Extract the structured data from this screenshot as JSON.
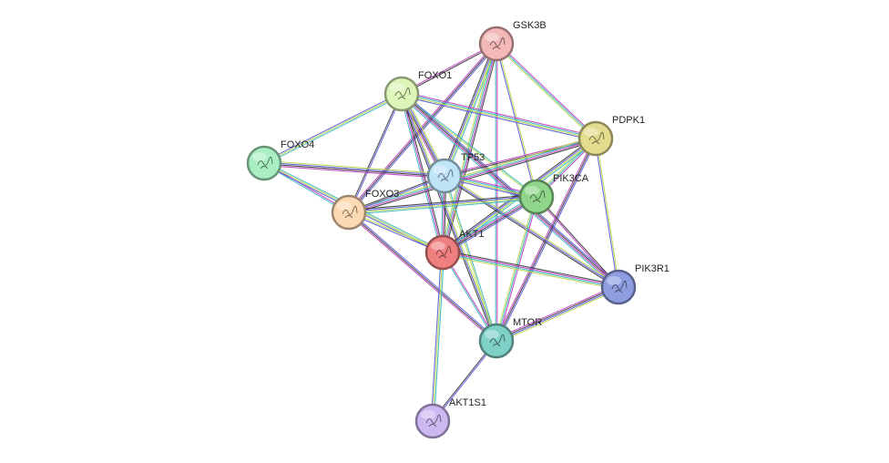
{
  "network": {
    "nodes": [
      {
        "id": "GSK3B",
        "label": "GSK3B",
        "color": "#f4b8b8"
      },
      {
        "id": "FOXO1",
        "label": "FOXO1",
        "color": "#ddf5b8"
      },
      {
        "id": "PDPK1",
        "label": "PDPK1",
        "color": "#e3dc8e"
      },
      {
        "id": "FOXO4",
        "label": "FOXO4",
        "color": "#a8eec2"
      },
      {
        "id": "TP53",
        "label": "TP53",
        "color": "#bfe4f8"
      },
      {
        "id": "PIK3CA",
        "label": "PIK3CA",
        "color": "#8fd68a"
      },
      {
        "id": "FOXO3",
        "label": "FOXO3",
        "color": "#fbd9b2"
      },
      {
        "id": "AKT1",
        "label": "AKT1",
        "color": "#f07f7f"
      },
      {
        "id": "PIK3R1",
        "label": "PIK3R1",
        "color": "#8e9de0"
      },
      {
        "id": "MTOR",
        "label": "MTOR",
        "color": "#7fd1c7"
      },
      {
        "id": "AKT1S1",
        "label": "AKT1S1",
        "color": "#cdb8f2"
      }
    ],
    "edges": [
      [
        "GSK3B",
        "FOXO1"
      ],
      [
        "GSK3B",
        "PDPK1"
      ],
      [
        "GSK3B",
        "TP53"
      ],
      [
        "GSK3B",
        "PIK3CA"
      ],
      [
        "GSK3B",
        "FOXO3"
      ],
      [
        "GSK3B",
        "AKT1"
      ],
      [
        "GSK3B",
        "MTOR"
      ],
      [
        "FOXO1",
        "FOXO4"
      ],
      [
        "FOXO1",
        "TP53"
      ],
      [
        "FOXO1",
        "FOXO3"
      ],
      [
        "FOXO1",
        "AKT1"
      ],
      [
        "FOXO1",
        "PDPK1"
      ],
      [
        "FOXO1",
        "PIK3CA"
      ],
      [
        "FOXO1",
        "MTOR"
      ],
      [
        "FOXO1",
        "PIK3R1"
      ],
      [
        "PDPK1",
        "TP53"
      ],
      [
        "PDPK1",
        "PIK3CA"
      ],
      [
        "PDPK1",
        "AKT1"
      ],
      [
        "PDPK1",
        "PIK3R1"
      ],
      [
        "PDPK1",
        "MTOR"
      ],
      [
        "PDPK1",
        "FOXO3"
      ],
      [
        "FOXO4",
        "FOXO3"
      ],
      [
        "FOXO4",
        "AKT1"
      ],
      [
        "FOXO4",
        "TP53"
      ],
      [
        "TP53",
        "FOXO3"
      ],
      [
        "TP53",
        "AKT1"
      ],
      [
        "TP53",
        "PIK3CA"
      ],
      [
        "TP53",
        "MTOR"
      ],
      [
        "TP53",
        "PIK3R1"
      ],
      [
        "PIK3CA",
        "AKT1"
      ],
      [
        "PIK3CA",
        "PIK3R1"
      ],
      [
        "PIK3CA",
        "MTOR"
      ],
      [
        "PIK3CA",
        "FOXO3"
      ],
      [
        "FOXO3",
        "AKT1"
      ],
      [
        "FOXO3",
        "MTOR"
      ],
      [
        "AKT1",
        "PIK3R1"
      ],
      [
        "AKT1",
        "MTOR"
      ],
      [
        "AKT1",
        "AKT1S1"
      ],
      [
        "PIK3R1",
        "MTOR"
      ],
      [
        "MTOR",
        "AKT1S1"
      ]
    ],
    "edge_colors": [
      "#3b3b3b",
      "#c03ec0",
      "#38b8c0",
      "#b8d64a",
      "#5a5ae0"
    ]
  }
}
